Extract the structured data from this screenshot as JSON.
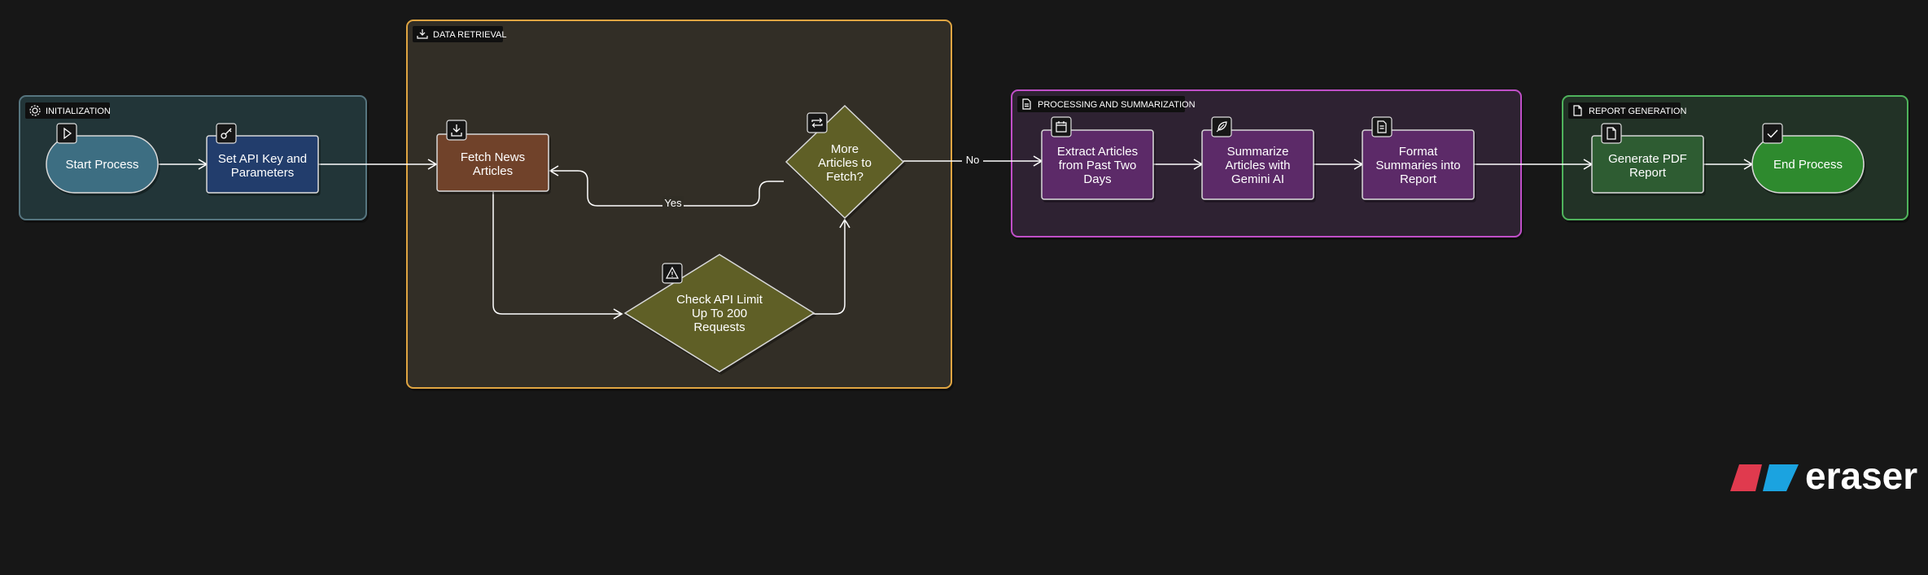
{
  "groups": {
    "initialization": {
      "label": "INITIALIZATION",
      "icon": "gear-icon",
      "color": "#56757f"
    },
    "data_retrieval": {
      "label": "DATA RETRIEVAL",
      "icon": "download-icon",
      "color": "#e0a542"
    },
    "processing": {
      "label": "PROCESSING AND SUMMARIZATION",
      "icon": "document-icon",
      "color": "#c04fc8"
    },
    "report": {
      "label": "REPORT GENERATION",
      "icon": "file-icon",
      "color": "#4fb35c"
    }
  },
  "nodes": {
    "start": {
      "lines": [
        "Start Process"
      ],
      "icon": "play-icon",
      "color": "#3e6e82"
    },
    "set_api": {
      "lines": [
        "Set API Key and",
        "Parameters"
      ],
      "icon": "key-icon",
      "color": "#243e6c"
    },
    "fetch": {
      "lines": [
        "Fetch News",
        "Articles"
      ],
      "icon": "download-icon",
      "color": "#6f432b"
    },
    "more": {
      "lines": [
        "More",
        "Articles to",
        "Fetch?"
      ],
      "icon": "repeat-icon",
      "color": "#5e5e28"
    },
    "check": {
      "lines": [
        "Check API Limit",
        "Up To 200",
        "Requests"
      ],
      "icon": "warning-icon",
      "color": "#5e5e28"
    },
    "extract": {
      "lines": [
        "Extract Articles",
        "from Past Two",
        "Days"
      ],
      "icon": "calendar-icon",
      "color": "#5b2a67"
    },
    "summarize": {
      "lines": [
        "Summarize",
        "Articles with",
        "Gemini AI"
      ],
      "icon": "feather-icon",
      "color": "#5b2a67"
    },
    "format": {
      "lines": [
        "Format",
        "Summaries into",
        "Report"
      ],
      "icon": "document-icon",
      "color": "#5b2a67"
    },
    "pdf": {
      "lines": [
        "Generate PDF",
        "Report"
      ],
      "icon": "file-icon",
      "color": "#2d5b33"
    },
    "end": {
      "lines": [
        "End Process"
      ],
      "icon": "check-icon",
      "color": "#2f8a2f"
    }
  },
  "edge_labels": {
    "yes": "Yes",
    "no": "No"
  },
  "brand": {
    "text": "eraser",
    "color_red": "#e03a4e",
    "color_blue": "#1ba3e0"
  }
}
